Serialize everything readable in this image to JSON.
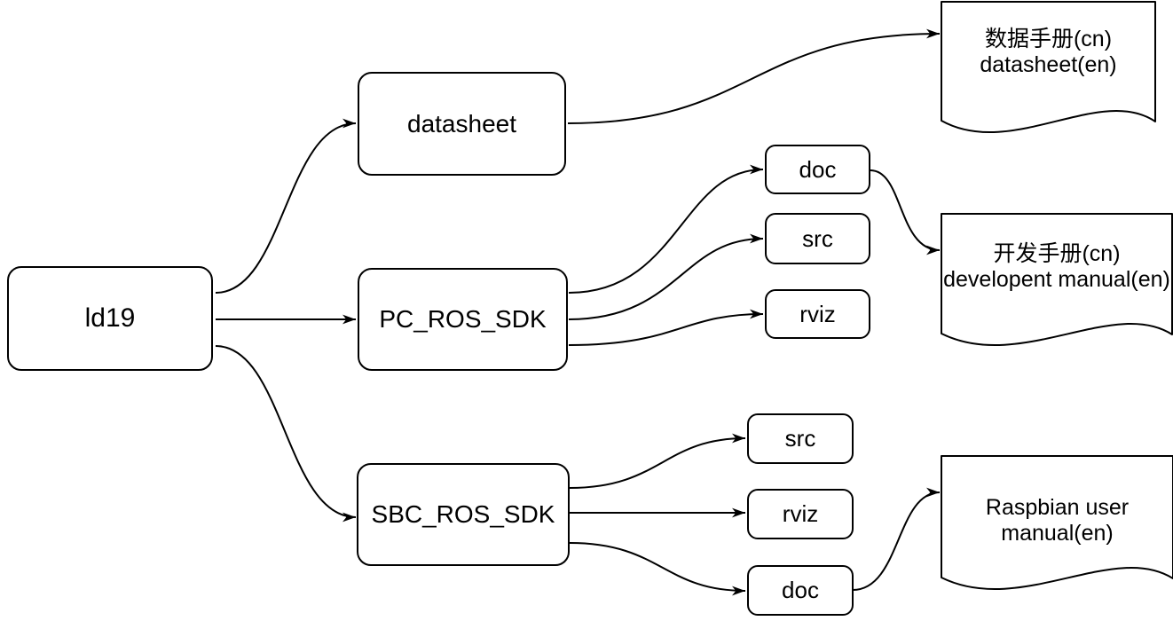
{
  "diagram": {
    "root": {
      "label": "ld19"
    },
    "level1": [
      {
        "label": "datasheet"
      },
      {
        "label": "PC_ROS_SDK"
      },
      {
        "label": "SBC_ROS_SDK"
      }
    ],
    "pc_children": [
      {
        "label": "doc"
      },
      {
        "label": "src"
      },
      {
        "label": "rviz"
      }
    ],
    "sbc_children": [
      {
        "label": "src"
      },
      {
        "label": "rviz"
      },
      {
        "label": "doc"
      }
    ],
    "documents": [
      {
        "line1": "数据手册(cn)",
        "line2": "datasheet(en)"
      },
      {
        "line1": "开发手册(cn)",
        "line2": "developent manual(en)"
      },
      {
        "line1": "Raspbian user",
        "line2": "manual(en)"
      }
    ],
    "colors": {
      "stroke": "#000000",
      "background": "#ffffff"
    }
  }
}
